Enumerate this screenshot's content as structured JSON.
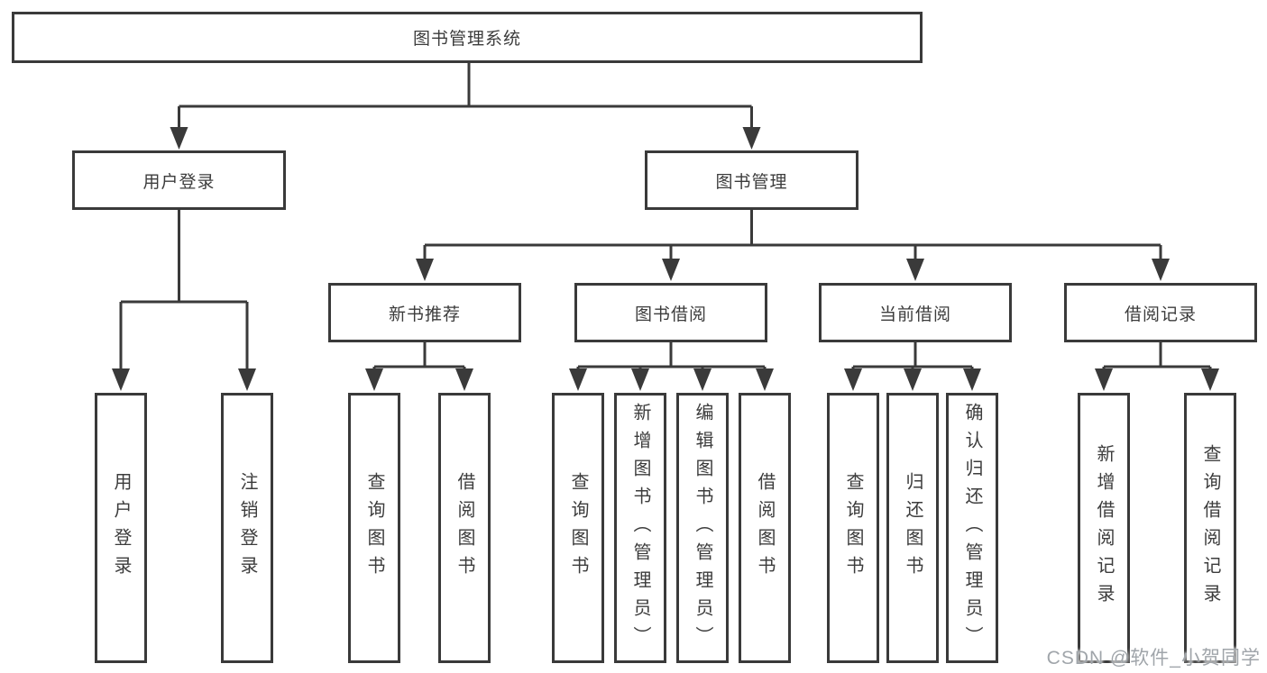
{
  "tree": {
    "label": "图书管理系统",
    "children": [
      {
        "label": "用户登录",
        "children": [
          {
            "label": "用户登录"
          },
          {
            "label": "注销登录"
          }
        ]
      },
      {
        "label": "图书管理",
        "children": [
          {
            "label": "新书推荐",
            "children": [
              {
                "label": "查询图书"
              },
              {
                "label": "借阅图书"
              }
            ]
          },
          {
            "label": "图书借阅",
            "children": [
              {
                "label": "查询图书"
              },
              {
                "label": "新增图书（管理员）"
              },
              {
                "label": "编辑图书（管理员）"
              },
              {
                "label": "借阅图书"
              }
            ]
          },
          {
            "label": "当前借阅",
            "children": [
              {
                "label": "查询图书"
              },
              {
                "label": "归还图书"
              },
              {
                "label": "确认归还（管理员）"
              }
            ]
          },
          {
            "label": "借阅记录",
            "children": [
              {
                "label": "新增借阅记录"
              },
              {
                "label": "查询借阅记录"
              }
            ]
          }
        ]
      }
    ]
  },
  "watermark": {
    "text": "CSDN @软件_小贺同学"
  },
  "colors": {
    "line": "#3a3a3a",
    "box_border": "#3a3a3a",
    "box_background": "#ffffff",
    "text": "#3c3c3c",
    "watermark": "#a0a5aa",
    "page_background": "#ffffff"
  }
}
